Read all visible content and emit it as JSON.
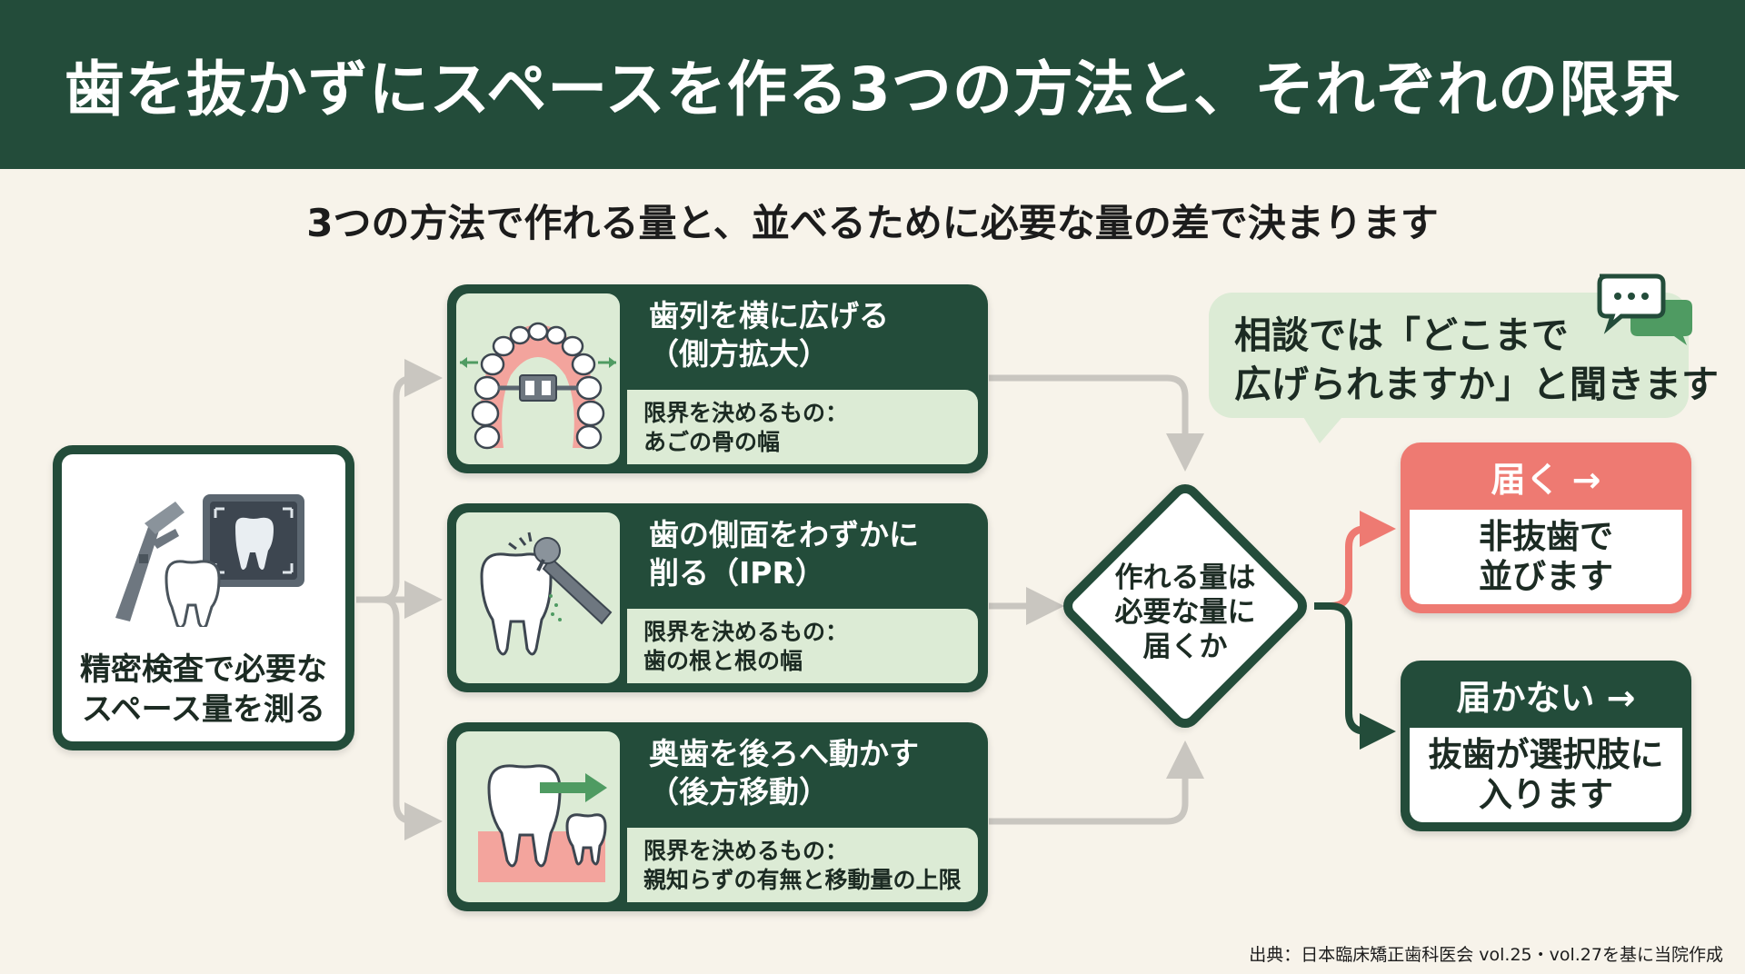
{
  "title": "歯を抜かずにスペースを作る3つの方法と、それぞれの限界",
  "subtitle": "3つの方法で作れる量と、並べるために必要な量の差で決まります",
  "start": {
    "lines": [
      "精密検査で必要な",
      "スペース量を測る"
    ]
  },
  "methods": [
    {
      "title_lines": [
        "歯列を横に広げる",
        "（側方拡大）"
      ],
      "limit_label": "限界を決めるもの：",
      "limit_value": "あごの骨の幅"
    },
    {
      "title_lines": [
        "歯の側面をわずかに",
        "削る（IPR）"
      ],
      "limit_label": "限界を決めるもの：",
      "limit_value": "歯の根と根の幅"
    },
    {
      "title_lines": [
        "奥歯を後ろへ動かす",
        "（後方移動）"
      ],
      "limit_label": "限界を決めるもの：",
      "limit_value": "親知らずの有無と移動量の上限"
    }
  ],
  "decision": {
    "lines": [
      "作れる量は",
      "必要な量に",
      "届くか"
    ]
  },
  "bubble": {
    "lines": [
      "相談では「どこまで",
      "広げられますか」と聞きます"
    ]
  },
  "outcomes": {
    "yes": {
      "head": "届く →",
      "lines": [
        "非抜歯で",
        "並びます"
      ],
      "color": "#ee7a72"
    },
    "no": {
      "head": "届かない →",
      "lines": [
        "抜歯が選択肢に",
        "入ります"
      ],
      "color": "#234c3a"
    }
  },
  "source": "出典：日本臨床矯正歯科医会 vol.25・vol.27を基に当院作成",
  "colors": {
    "primary": "#234c3a",
    "light_green": "#dcebd5",
    "coral": "#ee7a72",
    "arrow_gray": "#c9c6c0",
    "background": "#f7f3ea"
  }
}
